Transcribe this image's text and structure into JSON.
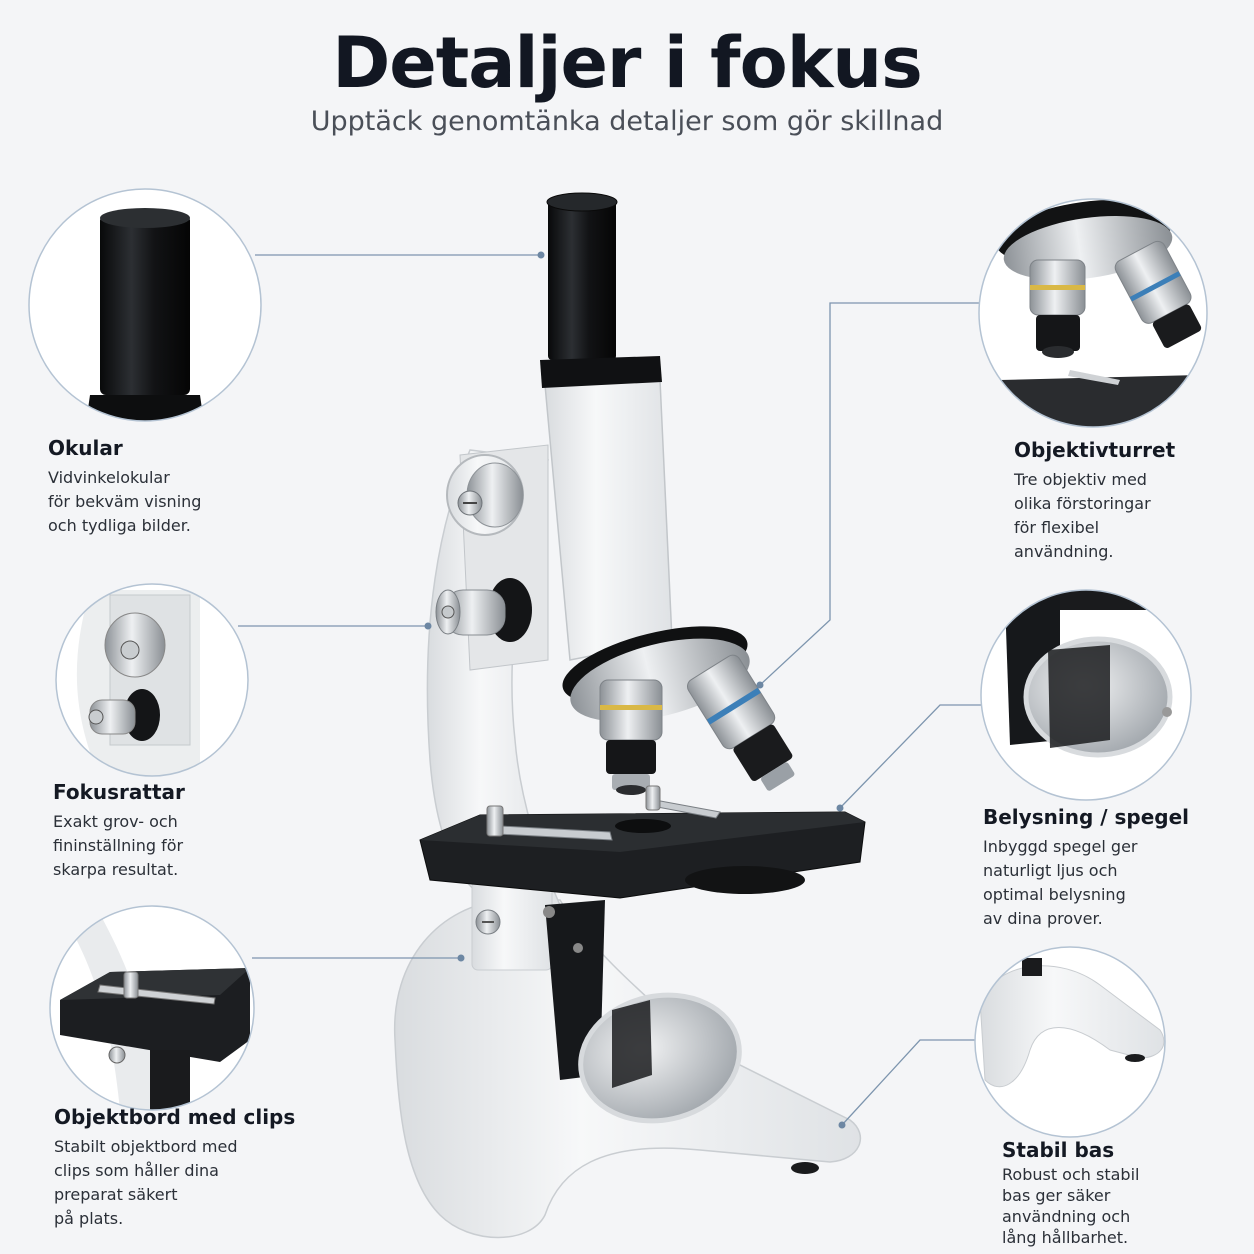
{
  "page": {
    "title": "Detaljer i fokus",
    "subtitle": "Upptäck genomtänka detaljer som gör skillnad"
  },
  "callouts": {
    "okular": {
      "title": "Okular",
      "lines": [
        "Vidvinkelokular",
        "för bekväm visning",
        "och tydliga bilder."
      ]
    },
    "fokusrattar": {
      "title": "Fokusrattar",
      "lines": [
        "Exakt grov- och",
        "fininställning för",
        "skarpa resultat."
      ]
    },
    "objektbord": {
      "title": "Objektbord med clips",
      "lines": [
        "Stabilt objektbord med",
        "clips som håller dina",
        "preparat säkert",
        "på plats."
      ]
    },
    "objektivturret": {
      "title": "Objektivturret",
      "lines": [
        "Tre objektiv med",
        "olika förstoringar",
        "för flexibel",
        "användning."
      ]
    },
    "belysning": {
      "title": "Belysning / spegel",
      "lines": [
        "Inbyggd spegel ger",
        "naturligt ljus och",
        "optimal belysning",
        "av dina prover."
      ]
    },
    "bas": {
      "title": "Stabil bas",
      "lines": [
        "Robust och stabil",
        "bas ger säker",
        "användning och",
        "lång hållbarhet."
      ]
    }
  },
  "colors": {
    "background": "#f4f5f7",
    "leader_line": "#7d95ae",
    "circle_border": "#b4c3d3",
    "body_white": "#eceeef",
    "black_part": "#16181b",
    "metal": "#b9bdc2"
  }
}
